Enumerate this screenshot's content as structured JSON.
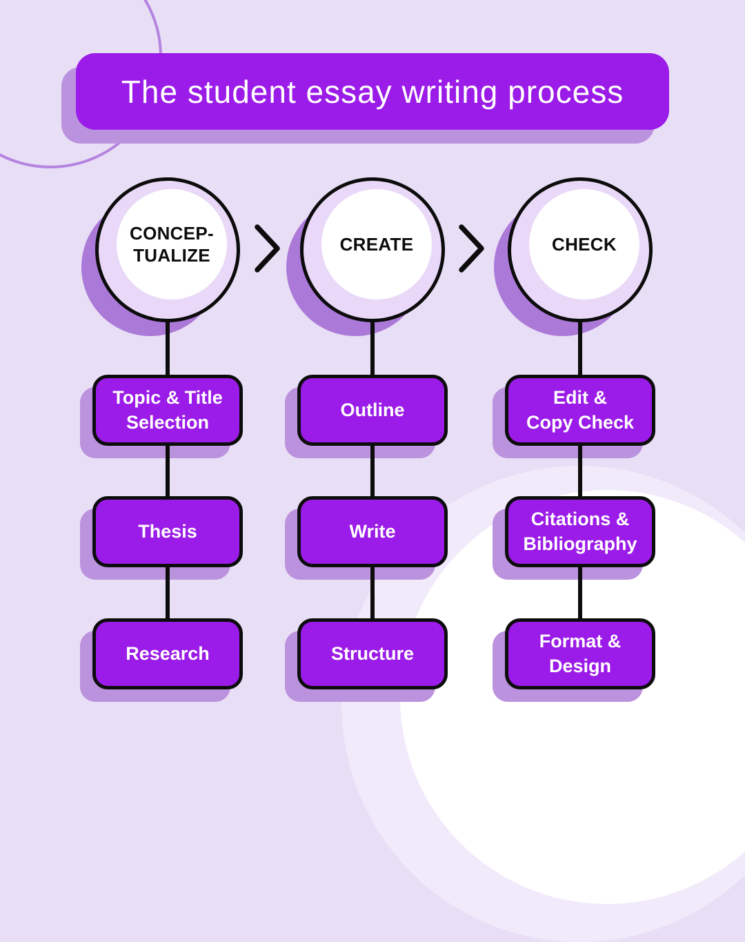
{
  "title": "The student essay writing process",
  "columns": [
    {
      "id": "conceptualize",
      "stage": {
        "line1": "CONCEP-",
        "line2": "TUALIZE"
      },
      "steps": [
        {
          "line1": "Topic & Title",
          "line2": "Selection"
        },
        {
          "line1": "Thesis",
          "line2": ""
        },
        {
          "line1": "Research",
          "line2": ""
        }
      ]
    },
    {
      "id": "create",
      "stage": {
        "line1": "CREATE",
        "line2": ""
      },
      "steps": [
        {
          "line1": "Outline",
          "line2": ""
        },
        {
          "line1": "Write",
          "line2": ""
        },
        {
          "line1": "Structure",
          "line2": ""
        }
      ]
    },
    {
      "id": "check",
      "stage": {
        "line1": "CHECK",
        "line2": ""
      },
      "steps": [
        {
          "line1": "Edit &",
          "line2": "Copy Check"
        },
        {
          "line1": "Citations &",
          "line2": "Bibliography"
        },
        {
          "line1": "Format &",
          "line2": "Design"
        }
      ]
    }
  ],
  "icons": {
    "flow_connector": "chevron-right-icon"
  },
  "colors": {
    "background": "#E8DEF6",
    "accent_purple": "#9B1BE8",
    "box_shadow": "#BB92DD",
    "circle_shadow": "#AB79D8",
    "circle_fill": "#E9D8F7",
    "halo_circle": "#F1EAFA",
    "deco_arc": "#B584E0",
    "outline": "#0C0C0C",
    "text_on_purple": "#FFFFFF"
  }
}
